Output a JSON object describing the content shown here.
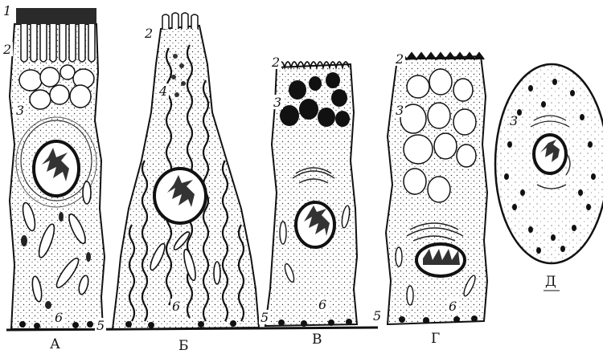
{
  "figure": {
    "cells": [
      {
        "id": "A",
        "caption": "А",
        "labels": [
          "1",
          "2",
          "3",
          "6"
        ]
      },
      {
        "id": "B",
        "caption": "Б",
        "labels": [
          "2",
          "4",
          "5",
          "6"
        ]
      },
      {
        "id": "V",
        "caption": "В",
        "labels": [
          "2",
          "3",
          "5",
          "6"
        ]
      },
      {
        "id": "G",
        "caption": "Г",
        "labels": [
          "2",
          "3",
          "5",
          "6"
        ]
      },
      {
        "id": "D",
        "caption": "Д",
        "labels": [
          "3"
        ]
      }
    ]
  }
}
